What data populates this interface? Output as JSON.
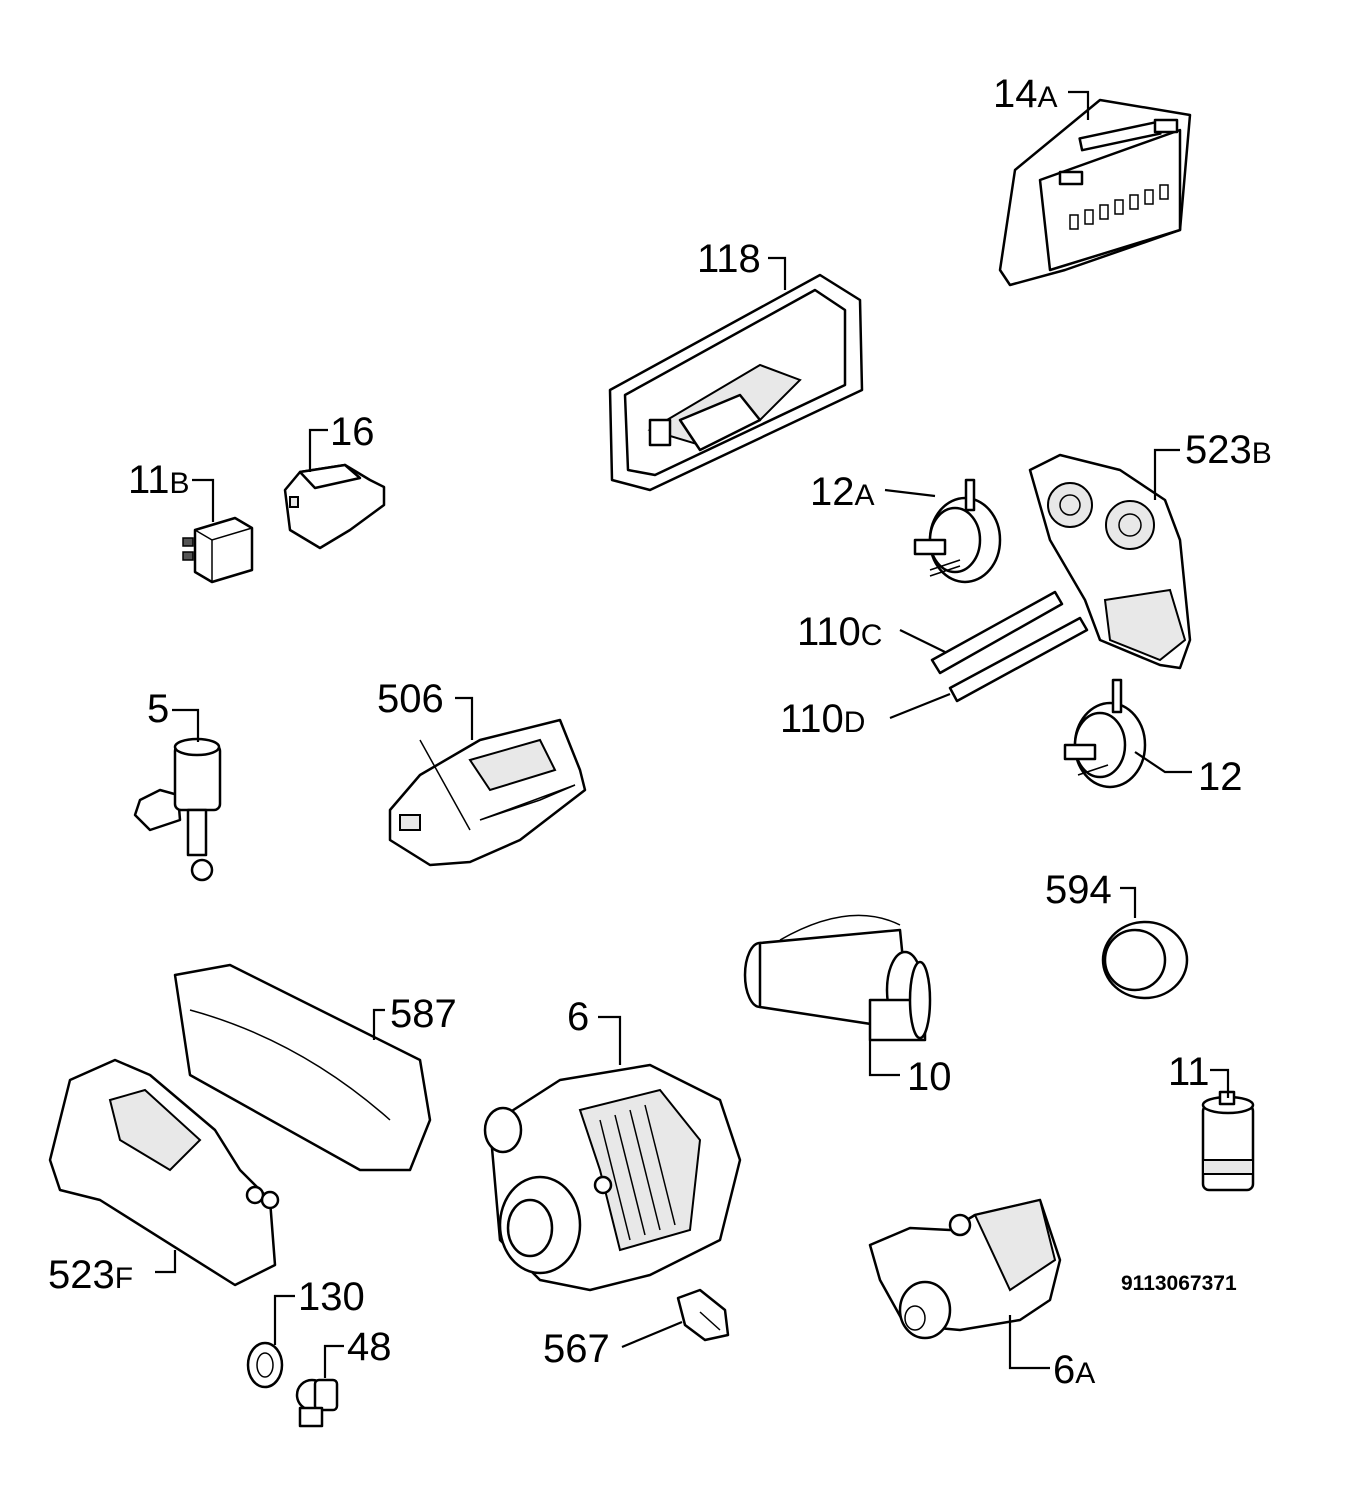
{
  "diagram": {
    "labels": {
      "p14a": {
        "num": "14",
        "suffix": "A"
      },
      "p118": {
        "num": "118",
        "suffix": ""
      },
      "p16": {
        "num": "16",
        "suffix": ""
      },
      "p11b": {
        "num": "11",
        "suffix": "B"
      },
      "p12a": {
        "num": "12",
        "suffix": "A"
      },
      "p523b": {
        "num": "523",
        "suffix": "B"
      },
      "p110c": {
        "num": "110",
        "suffix": "C"
      },
      "p110d": {
        "num": "110",
        "suffix": "D"
      },
      "p12": {
        "num": "12",
        "suffix": ""
      },
      "p5": {
        "num": "5",
        "suffix": ""
      },
      "p506": {
        "num": "506",
        "suffix": ""
      },
      "p594": {
        "num": "594",
        "suffix": ""
      },
      "p587": {
        "num": "587",
        "suffix": ""
      },
      "p6": {
        "num": "6",
        "suffix": ""
      },
      "p10": {
        "num": "10",
        "suffix": ""
      },
      "p11": {
        "num": "11",
        "suffix": ""
      },
      "p523f": {
        "num": "523",
        "suffix": "F"
      },
      "p130": {
        "num": "130",
        "suffix": ""
      },
      "p48": {
        "num": "48",
        "suffix": ""
      },
      "p567": {
        "num": "567",
        "suffix": ""
      },
      "p6a": {
        "num": "6",
        "suffix": "A"
      }
    },
    "drawing_code": "9113067371"
  }
}
